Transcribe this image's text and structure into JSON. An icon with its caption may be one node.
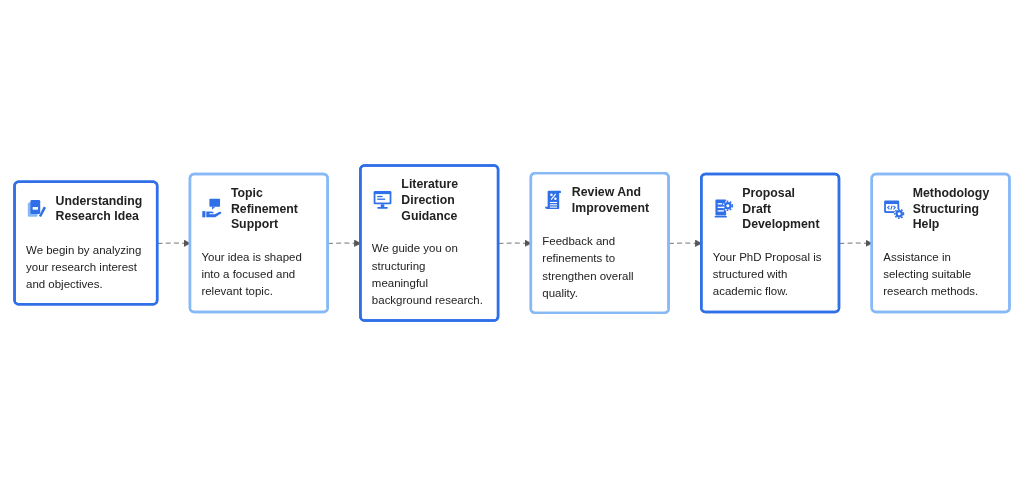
{
  "diagram": {
    "nodes": [
      {
        "text": [
          "Understanding Research Idea",
          "We begin by analyzing your research interest and objectives."
        ]
      },
      {
        "text": [
          "Topic Refinement Support",
          "Your idea is shaped into a focused and relevant topic."
        ]
      },
      {
        "text": [
          "Literature Direction Guidance",
          "We guide you on structuring meaningful background research."
        ]
      },
      {
        "text": [
          "Methodology Structuring Help",
          "Assistance in selecting suitable research methods."
        ]
      },
      {
        "text": [
          "Proposal Draft Development",
          "Your PhD Proposal is structured with academic flow."
        ]
      },
      {
        "text": [
          "Review And Improvement",
          "Feedback and refinements to strengthen overall quality."
        ]
      }
    ],
    "edges": [
      {
        "from": 0,
        "to": 1,
        "arrow": "to",
        "style": "dashed"
      },
      {
        "from": 1,
        "to": 2,
        "arrow": "to",
        "style": "dashed"
      },
      {
        "from": 2,
        "to": 5,
        "arrow": "to",
        "style": "dashed"
      },
      {
        "from": 5,
        "to": 4,
        "arrow": "to",
        "style": "dashed"
      },
      {
        "from": 4,
        "to": 3,
        "arrow": "to",
        "style": "dashed"
      }
    ]
  }
}
